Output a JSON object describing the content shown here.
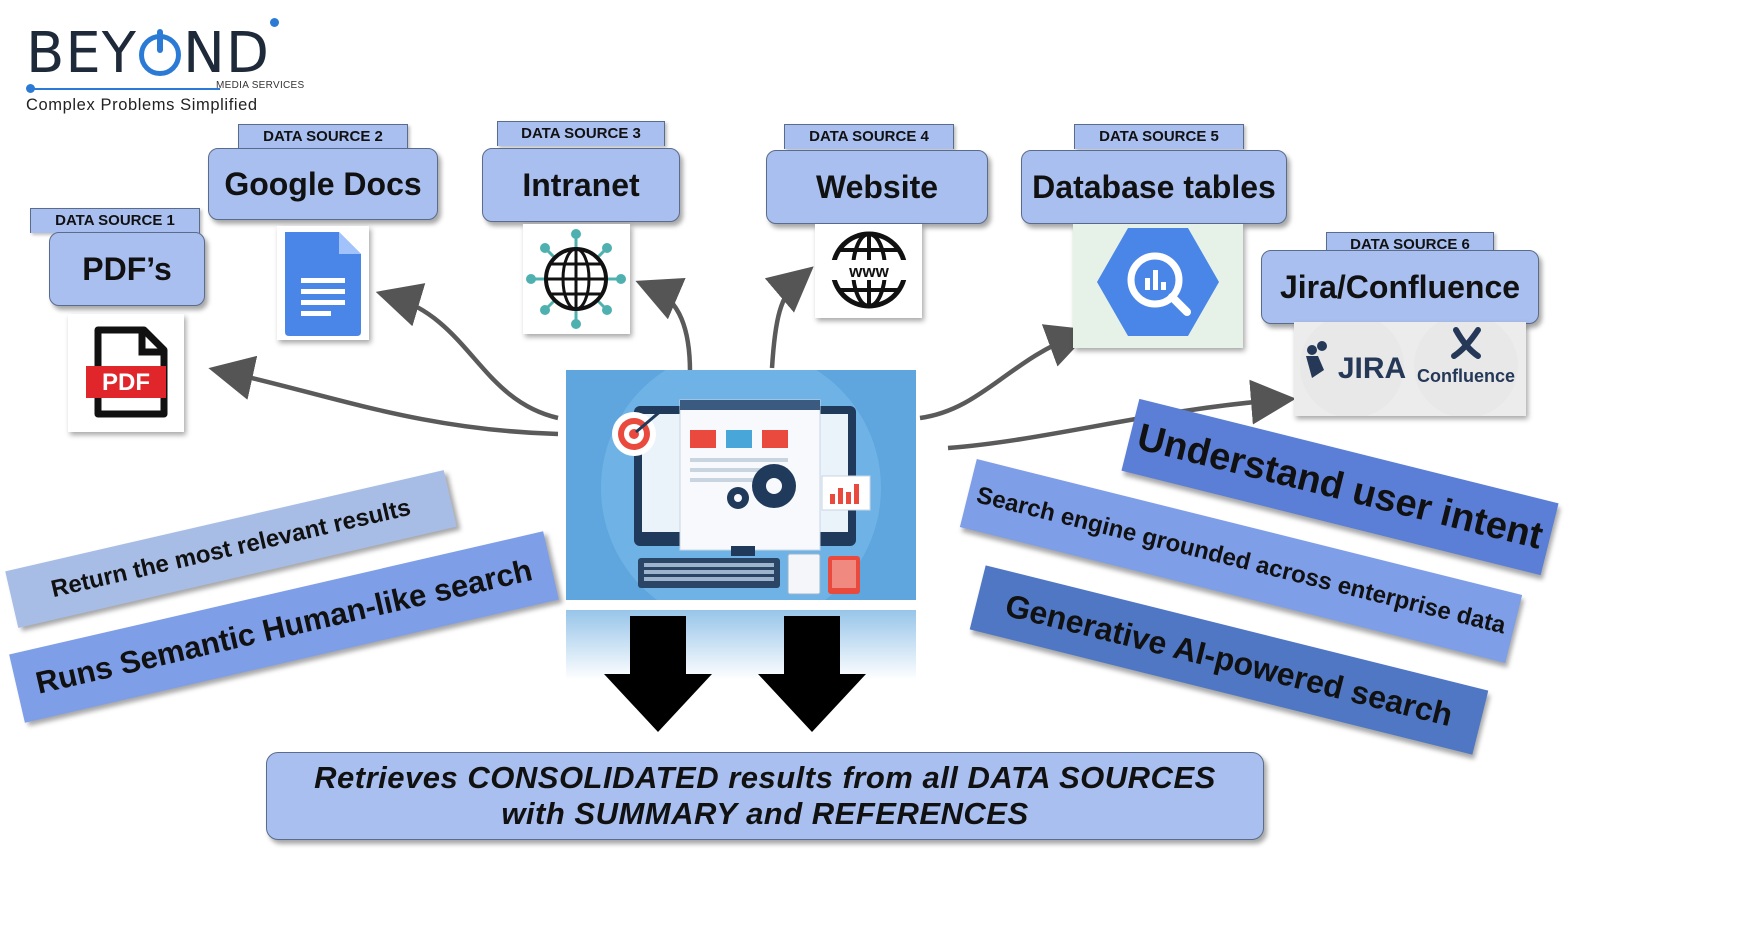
{
  "logo": {
    "wordmark_left": "BEY",
    "wordmark_right": "ND",
    "media_services": "MEDIA SERVICES",
    "tagline": "Complex Problems Simplified",
    "brand_color": "#2b7bd6"
  },
  "data_sources": [
    {
      "tab": "DATA SOURCE 1",
      "title": "PDF’s",
      "icon": "pdf-icon",
      "icon_text": "PDF"
    },
    {
      "tab": "DATA SOURCE 2",
      "title": "Google Docs",
      "icon": "google-docs-icon"
    },
    {
      "tab": "DATA SOURCE 3",
      "title": "Intranet",
      "icon": "network-globe-icon"
    },
    {
      "tab": "DATA SOURCE 4",
      "title": "Website",
      "icon": "www-globe-icon",
      "icon_text": "www"
    },
    {
      "tab": "DATA SOURCE 5",
      "title": "Database tables",
      "icon": "bigquery-icon"
    },
    {
      "tab": "DATA SOURCE 6",
      "title": "Jira/Confluence",
      "icon": "jira-confluence-icon",
      "jira_text": "JIRA",
      "confluence_text": "Confluence"
    }
  ],
  "banners": {
    "return_results": "Return the most relevant results",
    "semantic_search": "Runs Semantic Human-like search",
    "user_intent": "Understand user intent",
    "grounded": "Search engine grounded across enterprise data",
    "generative": "Generative AI-powered search"
  },
  "center_icon": "search-computer-illustration",
  "bottom": {
    "line1": "Retrieves CONSOLIDATED results from all DATA SOURCES",
    "line2": "with SUMMARY and REFERENCES"
  },
  "colors": {
    "box_fill": "#a9bff0",
    "banner_light": "#a7bde6",
    "banner_mid": "#7f9ee8",
    "banner_dark": "#5b7ed6",
    "banner_deep": "#4f77c4"
  }
}
